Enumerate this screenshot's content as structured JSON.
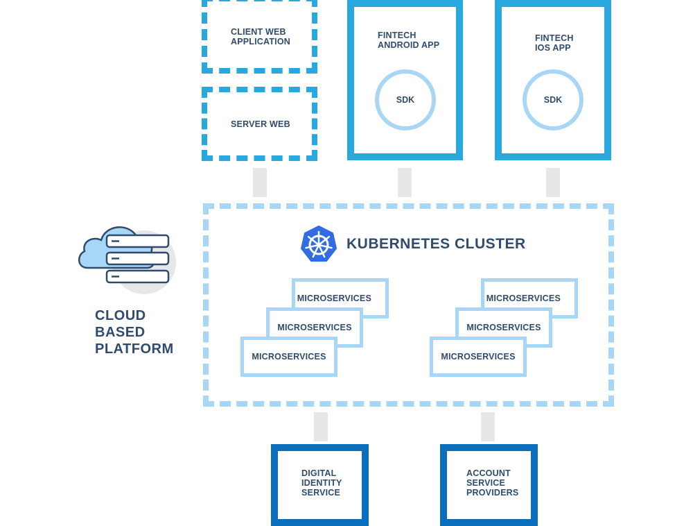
{
  "colors": {
    "dark_blue_border": "#29a8e0",
    "light_blue_border": "#a7d6f7",
    "service_border": "#0a6ebd",
    "text": "#2f4b6e",
    "connector": "#e6e7e8",
    "k8s_logo": "#326ce5"
  },
  "clients": {
    "client_web": [
      "CLIENT WEB",
      "APPLICATION"
    ],
    "server_web": "SERVER WEB",
    "android": [
      "FINTECH",
      "ANDROID APP"
    ],
    "ios": [
      "FINTECH",
      "IOS APP"
    ],
    "sdk_label": "SDK"
  },
  "cloud": {
    "icon": "cloud-server-icon",
    "label": [
      "CLOUD",
      "BASED",
      "PLATFORM"
    ]
  },
  "cluster": {
    "icon": "kubernetes-icon",
    "title": "KUBERNETES CLUSTER",
    "microservice_label": "MICROSERVICES"
  },
  "services": {
    "digital_identity": [
      "DIGITAL",
      "IDENTITY",
      "SERVICE"
    ],
    "account_service": [
      "ACCOUNT",
      "SERVICE",
      "PROVIDERS"
    ]
  }
}
